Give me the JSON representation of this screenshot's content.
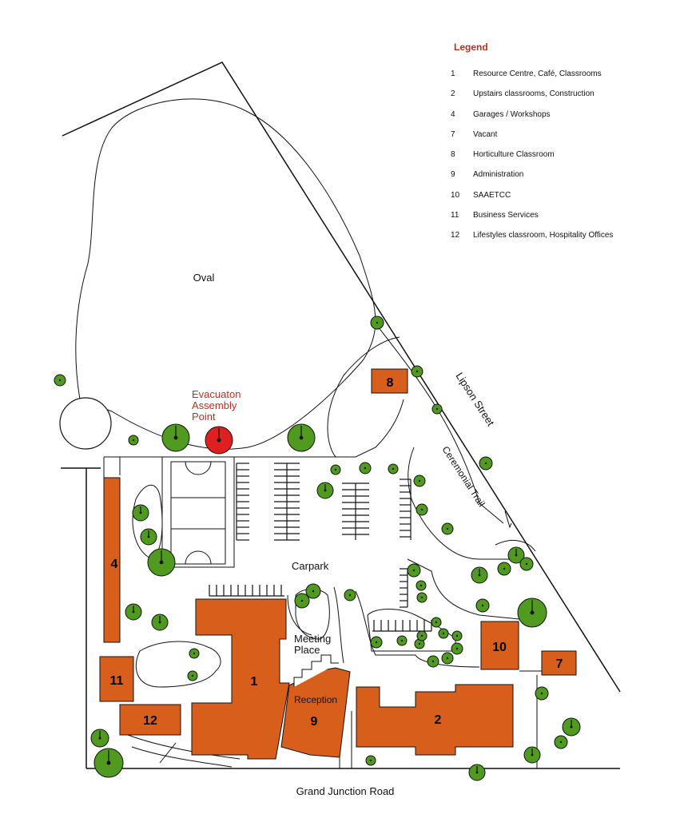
{
  "colors": {
    "building": "#d85f1b",
    "tree": "#4f9a1f",
    "assembly_tree": "#e02020",
    "red_text": "#c0301e",
    "line": "#111111"
  },
  "legend": {
    "title": "Legend",
    "items": [
      {
        "num": "1",
        "text": "Resource Centre, Café, Classrooms"
      },
      {
        "num": "2",
        "text": "Upstairs classrooms, Construction"
      },
      {
        "num": "4",
        "text": "Garages / Workshops"
      },
      {
        "num": "7",
        "text": "Vacant"
      },
      {
        "num": "8",
        "text": "Horticulture Classroom"
      },
      {
        "num": "9",
        "text": "Administration"
      },
      {
        "num": "10",
        "text": "SAAETCC"
      },
      {
        "num": "11",
        "text": "Business Services"
      },
      {
        "num": "12",
        "text": "Lifestyles classroom, Hospitality Offices"
      }
    ]
  },
  "labels": {
    "oval": "Oval",
    "assembly_line1": "Evacuaton",
    "assembly_line2": "Assembly",
    "assembly_line3": "Point",
    "carpark": "Carpark",
    "meeting_line1": "Meeting",
    "meeting_line2": "Place",
    "reception": "Reception",
    "lipson_street": "Lipson Street",
    "ceremonial_trail": "Ceremonial Trail",
    "grand_junction_road": "Grand Junction Road"
  },
  "buildings": {
    "b1": "1",
    "b2": "2",
    "b4": "4",
    "b7": "7",
    "b8": "8",
    "b9": "9",
    "b10": "10",
    "b11": "11",
    "b12": "12"
  }
}
